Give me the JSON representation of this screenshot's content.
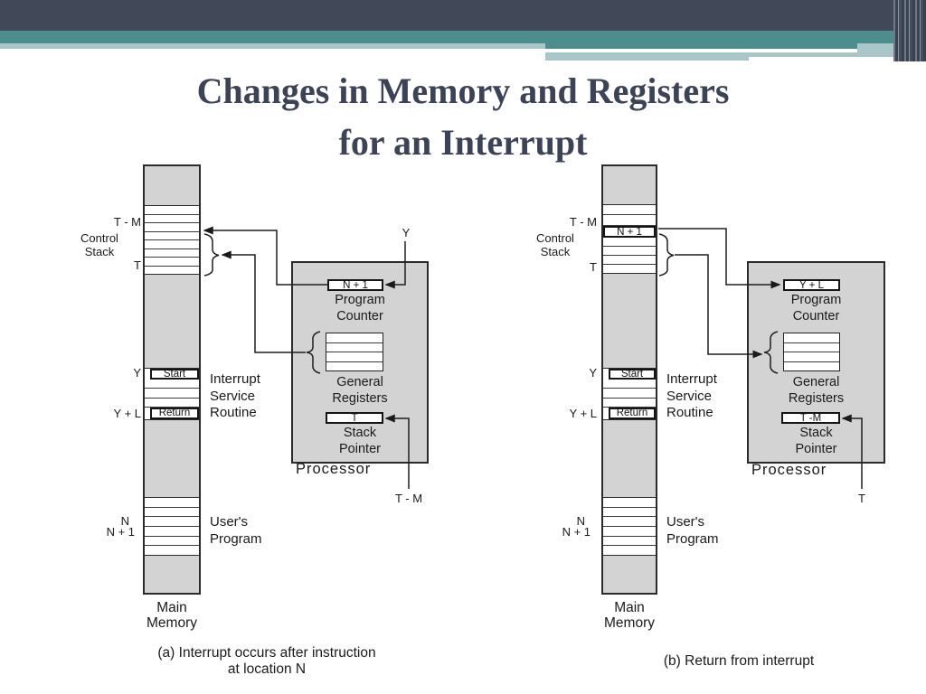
{
  "slide": {
    "title": "Changes in Memory and Registers\nfor an Interrupt"
  },
  "colors": {
    "top_bar": "#414958",
    "teal_band": "#4e8d8e",
    "pale_band": "#a9c7c8",
    "title_text": "#3c4357",
    "diagram_fill": "#d3d3d3",
    "diagram_line": "#2b2b2b"
  },
  "diagram_a": {
    "caption": "(a)  Interrupt occurs after instruction\nat location N",
    "memory": {
      "label_tm": "T - M",
      "label_control_stack": "Control\nStack",
      "label_t": "T",
      "label_y": "Y",
      "label_yl": "Y + L",
      "label_n": "N",
      "label_n1": "N + 1",
      "start_cell": "Start",
      "return_cell": "Return",
      "isr": "Interrupt\nService\nRoutine",
      "users_program": "User's\nProgram",
      "name": "Main\nMemory"
    },
    "processor": {
      "pc_value": "N + 1",
      "pc_label": "Program\nCounter",
      "gr_label": "General\nRegisters",
      "sp_value": "T",
      "sp_label": "Stack\nPointer",
      "name": "Processor",
      "vector_label": "Y",
      "stack_base_label": "T - M"
    }
  },
  "diagram_b": {
    "caption": "(b)  Return from interrupt",
    "memory": {
      "label_tm": "T - M",
      "label_control_stack": "Control\nStack",
      "label_t": "T",
      "label_y": "Y",
      "label_yl": "Y + L",
      "label_n": "N",
      "label_n1": "N + 1",
      "stored_pc_cell": "N + 1",
      "start_cell": "Start",
      "return_cell": "Return",
      "isr": "Interrupt\nService\nRoutine",
      "users_program": "User's\nProgram",
      "name": "Main\nMemory"
    },
    "processor": {
      "pc_value": "Y + L",
      "pc_label": "Program\nCounter",
      "gr_label": "General\nRegisters",
      "sp_value": "T -M",
      "sp_label": "Stack\nPointer",
      "name": "Processor",
      "stack_top_label": "T"
    }
  }
}
